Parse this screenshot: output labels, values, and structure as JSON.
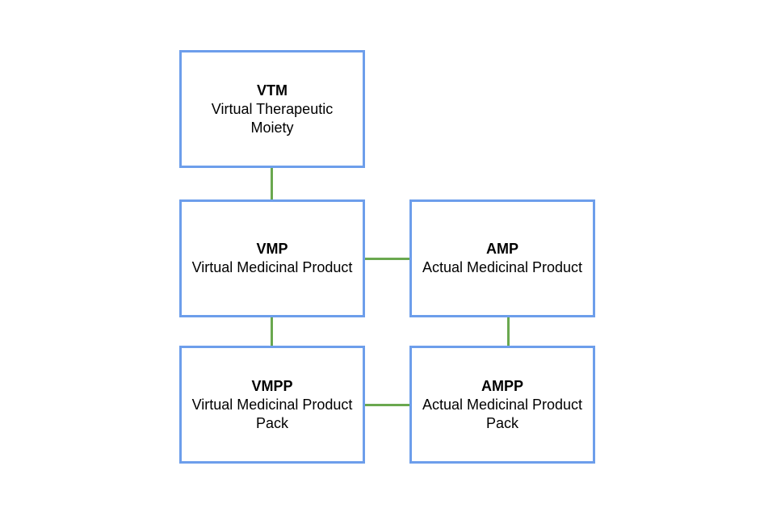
{
  "diagram": {
    "colors": {
      "node_border": "#6d9eeb",
      "connector": "#6aa84f",
      "background": "#ffffff",
      "text": "#000000"
    },
    "nodes": {
      "vtm": {
        "abbr": "VTM",
        "desc_lines": [
          "Virtual Therapeutic",
          "Moiety"
        ]
      },
      "vmp": {
        "abbr": "VMP",
        "desc_lines": [
          "Virtual Medicinal Product"
        ]
      },
      "amp": {
        "abbr": "AMP",
        "desc_lines": [
          "Actual Medicinal Product"
        ]
      },
      "vmpp": {
        "abbr": "VMPP",
        "desc_lines": [
          "Virtual Medicinal Product",
          "Pack"
        ]
      },
      "ampp": {
        "abbr": "AMPP",
        "desc_lines": [
          "Actual Medicinal Product",
          "Pack"
        ]
      }
    },
    "edges": [
      {
        "from": "VTM",
        "to": "VMP"
      },
      {
        "from": "VMP",
        "to": "AMP"
      },
      {
        "from": "VMP",
        "to": "VMPP"
      },
      {
        "from": "AMP",
        "to": "AMPP"
      },
      {
        "from": "VMPP",
        "to": "AMPP"
      }
    ]
  }
}
